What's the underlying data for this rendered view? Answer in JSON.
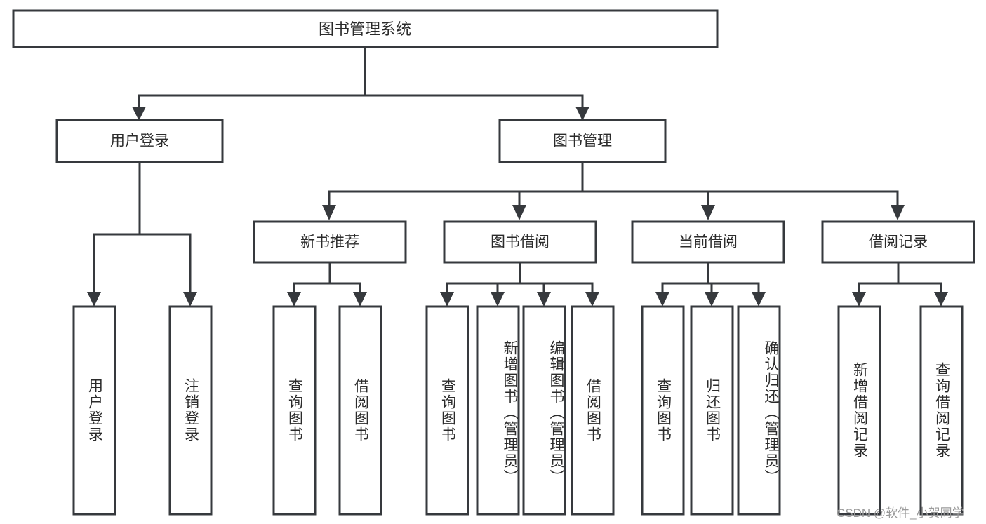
{
  "diagram": {
    "title": "图书管理系统",
    "type": "tree",
    "watermark": "CSDN @软件_小贺同学",
    "colors": {
      "stroke": "#36393d",
      "box_fill": "#ffffff",
      "text": "#2b2b2b",
      "background": "#ffffff",
      "watermark": "#9a9a9a"
    },
    "levels": {
      "root": {
        "label": "图书管理系统"
      },
      "level2": [
        {
          "label": "用户登录"
        },
        {
          "label": "图书管理"
        }
      ],
      "level3": [
        {
          "label": "新书推荐"
        },
        {
          "label": "图书借阅"
        },
        {
          "label": "当前借阅"
        },
        {
          "label": "借阅记录"
        }
      ],
      "leaves": [
        {
          "label": "用户登录",
          "parent": "用户登录"
        },
        {
          "label": "注销登录",
          "parent": "用户登录"
        },
        {
          "label": "查询图书",
          "parent": "新书推荐"
        },
        {
          "label": "借阅图书",
          "parent": "新书推荐"
        },
        {
          "label": "查询图书",
          "parent": "图书借阅"
        },
        {
          "label": "新增图书（管理员）",
          "parent": "图书借阅"
        },
        {
          "label": "编辑图书（管理员）",
          "parent": "图书借阅"
        },
        {
          "label": "借阅图书",
          "parent": "图书借阅"
        },
        {
          "label": "查询图书",
          "parent": "当前借阅"
        },
        {
          "label": "归还图书",
          "parent": "当前借阅"
        },
        {
          "label": "确认归还（管理员）",
          "parent": "当前借阅"
        },
        {
          "label": "新增借阅记录",
          "parent": "借阅记录"
        },
        {
          "label": "查询借阅记录",
          "parent": "借阅记录"
        }
      ]
    }
  }
}
